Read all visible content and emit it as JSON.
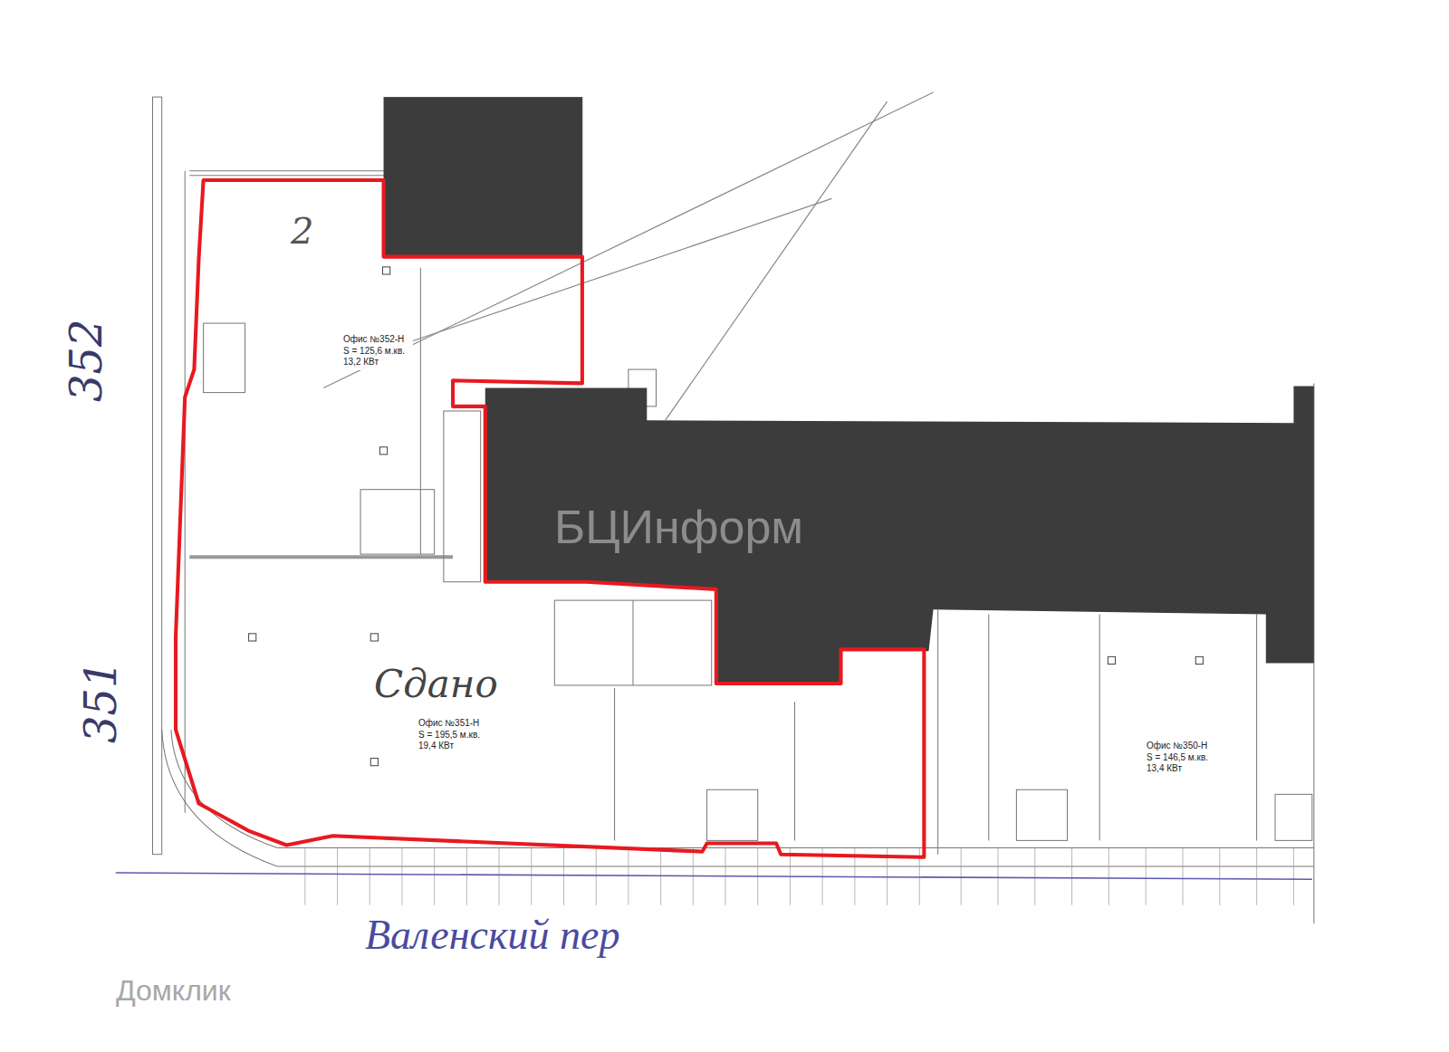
{
  "diagram": {
    "nodes": [
      {
        "text": [
          "Офис №352-Н",
          "S = 125,6 м.кв.",
          "13,2 КВт"
        ]
      },
      {
        "text": [
          "Офис №351-Н",
          "S = 195,5 м.кв.",
          "19,4 КВт"
        ]
      },
      {
        "text": [
          "Офис №350-Н",
          "S = 146,5 м.кв.",
          "13,4 КВт"
        ]
      }
    ],
    "labels": [
      "352",
      "351",
      "2",
      "Сдано",
      "Валенский пер",
      "БЦИнформ",
      "Домклик"
    ]
  }
}
